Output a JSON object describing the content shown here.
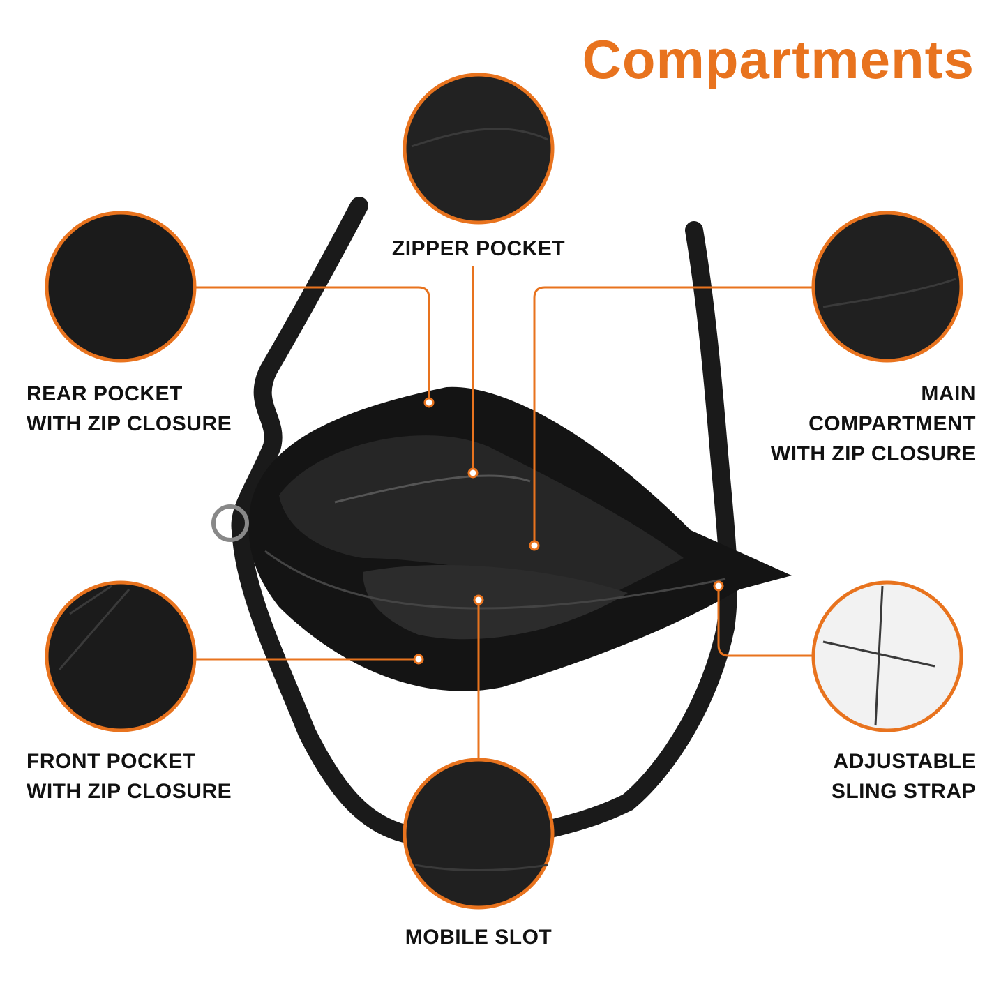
{
  "title": "Compartments",
  "accent_color": "#E8731E",
  "callouts": {
    "zipper_pocket": {
      "lines": [
        "ZIPPER POCKET"
      ]
    },
    "rear_pocket": {
      "lines": [
        "REAR POCKET",
        "WITH ZIP CLOSURE"
      ]
    },
    "main_compartment": {
      "lines": [
        "MAIN",
        "COMPARTMENT",
        "WITH ZIP CLOSURE"
      ]
    },
    "front_pocket": {
      "lines": [
        "FRONT POCKET",
        "WITH ZIP CLOSURE"
      ]
    },
    "adjustable_strap": {
      "lines": [
        "ADJUSTABLE",
        "SLING STRAP"
      ]
    },
    "mobile_slot": {
      "lines": [
        "MOBILE SLOT"
      ]
    }
  }
}
